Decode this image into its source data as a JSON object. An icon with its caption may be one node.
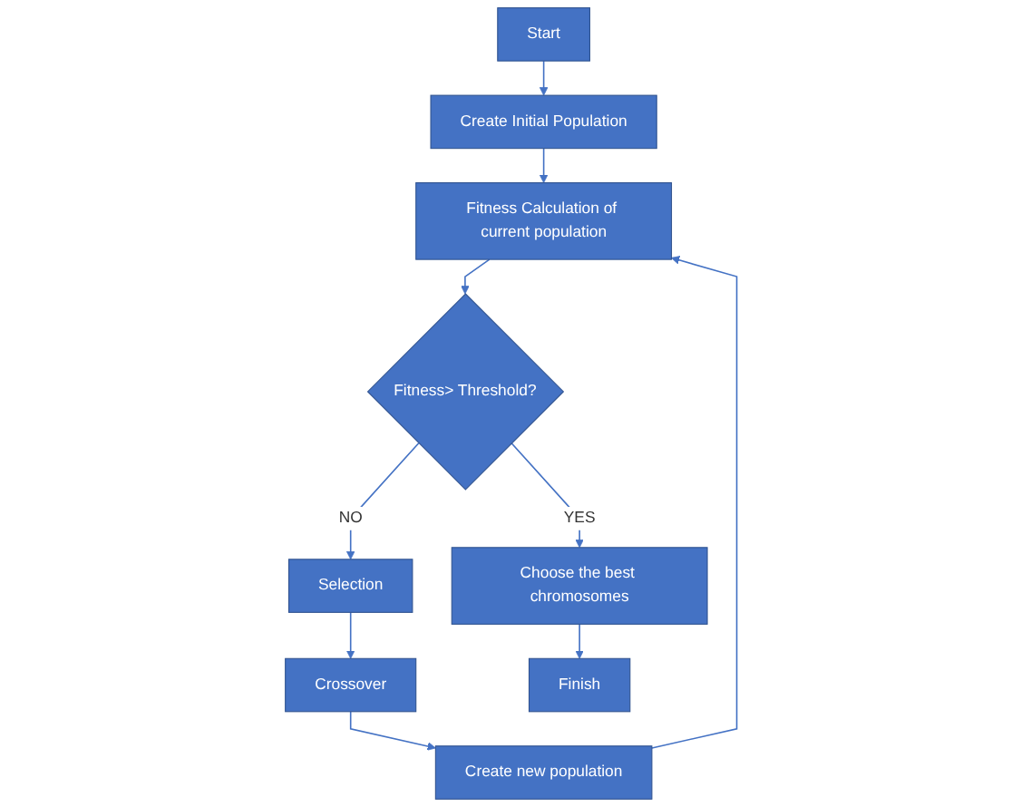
{
  "diagram": {
    "nodes": [
      {
        "text": [
          "Start"
        ]
      },
      {
        "text": [
          "Create Initial Population"
        ]
      },
      {
        "text": [
          "Fitness Calculation of current population"
        ]
      },
      {
        "text": [
          "Fitness> Threshold?"
        ]
      },
      {
        "text": [
          "Selection"
        ]
      },
      {
        "text": [
          "Crossover"
        ]
      },
      {
        "text": [
          "Create new population"
        ]
      },
      {
        "text": [
          "Choose the best chromosomes"
        ]
      },
      {
        "text": [
          "Finish"
        ]
      }
    ],
    "edges": [
      {
        "from": 0,
        "to": 1,
        "arrow": "to"
      },
      {
        "from": 1,
        "to": 2,
        "arrow": "to"
      },
      {
        "from": 2,
        "to": 3,
        "arrow": "to"
      },
      {
        "from": 3,
        "to": 4,
        "arrow": "to",
        "label": "NO"
      },
      {
        "from": 4,
        "to": 5,
        "arrow": "to"
      },
      {
        "from": 5,
        "to": 6,
        "arrow": "to"
      },
      {
        "from": 6,
        "to": 2,
        "arrow": "to"
      },
      {
        "from": 3,
        "to": 7,
        "arrow": "to",
        "label": "YES"
      },
      {
        "from": 7,
        "to": 8,
        "arrow": "to"
      }
    ]
  }
}
